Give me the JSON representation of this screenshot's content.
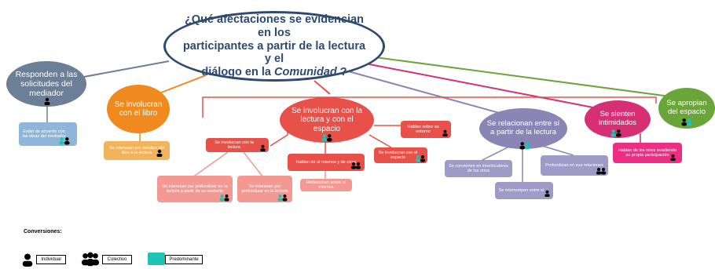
{
  "main_question": {
    "line1": "¿Qué afectaciones se evidencian en los",
    "line2": "participantes a partir de la lectura y el",
    "line3_pre": "diálogo en la",
    "line3_em": "Comunidad",
    "line3_post": "?"
  },
  "nodes": {
    "responden": "Responden a las solicitudes del mediador",
    "responden_sub": "Están de acuerdo con las ideas del mediador",
    "involucran_libro": "Se involucran con el libro",
    "involucran_libro_sub": "Se interesan por detalles del libro o la lectura",
    "involucran_lectura": "Se involucran con la lectura y con el espacio",
    "sub_con_lectura": "Se involucran con la lectura",
    "sub_profundizar_1": "Se interesan por profundizar en la lectura a partir de su contexto",
    "sub_profundizar_2": "Se interesan por profundizar en la lectura",
    "sub_hablan_si": "Hablan de sí mismos y de otros",
    "sub_reflexionan": "Reflexionan sobre sí mismos",
    "sub_hablan_entorno": "Hablan sobre su entorno",
    "sub_espacio": "Se involucran con el espacio",
    "relacionan": "Se relacionan entre sí a partir de la lectura",
    "sub_interlocutores": "Se convierten en interlocutores de los otros",
    "sub_profundizan_rel": "Profundizan en sus relaciones",
    "sub_interrumpen": "Se interrumpen entre sí",
    "intimidados": "Se sienten intimidados",
    "sub_evadiendo": "Hablan de los otros evadiendo su propia participación",
    "apropian": "Se apropian del espacio"
  },
  "legend": {
    "title": "Conversiones:",
    "individual": "Individual",
    "colectivo": "Colectivo",
    "predominante": "Predominante"
  },
  "colors": {
    "main_border": "#2e4a6f",
    "grey_blue": "#6b7f96",
    "light_blue": "#8fb6d8",
    "orange": "#f08a1e",
    "orange_light": "#f3b25c",
    "red": "#e8514a",
    "salmon": "#f49892",
    "purple": "#8b85b5",
    "purple_light": "#a09ac6",
    "magenta": "#d62f73",
    "pink": "#ee2e82",
    "green": "#6aa53a",
    "teal": "#1ec4b6"
  }
}
